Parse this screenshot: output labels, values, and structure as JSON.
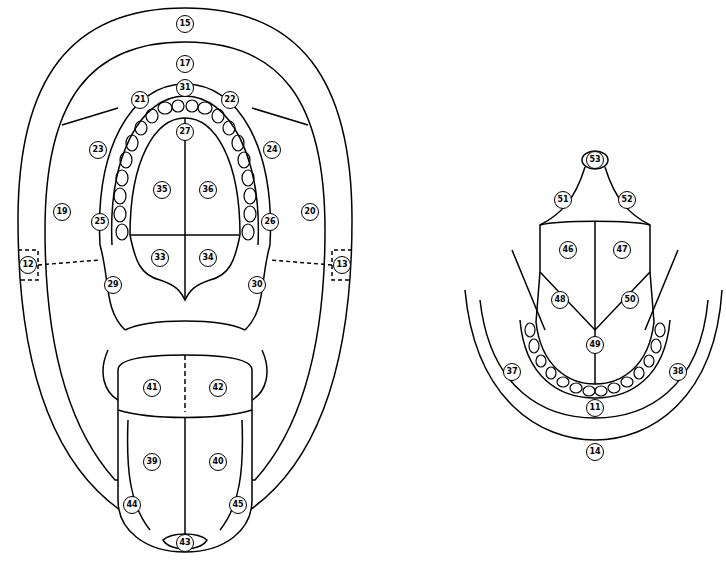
{
  "diagram": {
    "labels": [
      "15",
      "17",
      "31",
      "21",
      "22",
      "27",
      "23",
      "24",
      "25",
      "26",
      "35",
      "36",
      "19",
      "20",
      "12",
      "13",
      "29",
      "30",
      "33",
      "34",
      "41",
      "42",
      "39",
      "40",
      "44",
      "45",
      "43",
      "53",
      "51",
      "52",
      "46",
      "47",
      "48",
      "50",
      "49",
      "37",
      "38",
      "11",
      "14"
    ]
  }
}
